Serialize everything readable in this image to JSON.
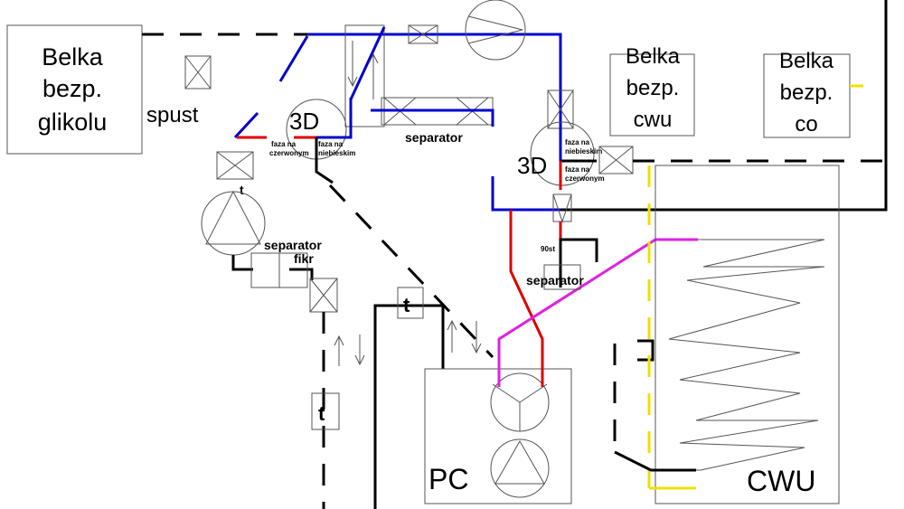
{
  "belka_glikolu": [
    "Belka",
    "bezp.",
    "glikolu"
  ],
  "belka_cwu": [
    "Belka",
    "bezp.",
    "cwu"
  ],
  "belka_co": [
    "Belka",
    "bezp.",
    "co"
  ],
  "spust": "spust",
  "label_3d": "3D",
  "faza_czerwonym": [
    "faza na",
    "czerwonym"
  ],
  "faza_niebieskim": [
    "faza na",
    "niebieskim"
  ],
  "separator": "separator",
  "separator_fikr": [
    "separator",
    "fikr"
  ],
  "t": "t",
  "temp_90": "90st",
  "pc": "PC",
  "cwu": "CWU",
  "colors": {
    "supply": "#dd0000",
    "return": "#0000cc",
    "heat": "#e020e0",
    "cwu_loop": "#f0e000"
  }
}
